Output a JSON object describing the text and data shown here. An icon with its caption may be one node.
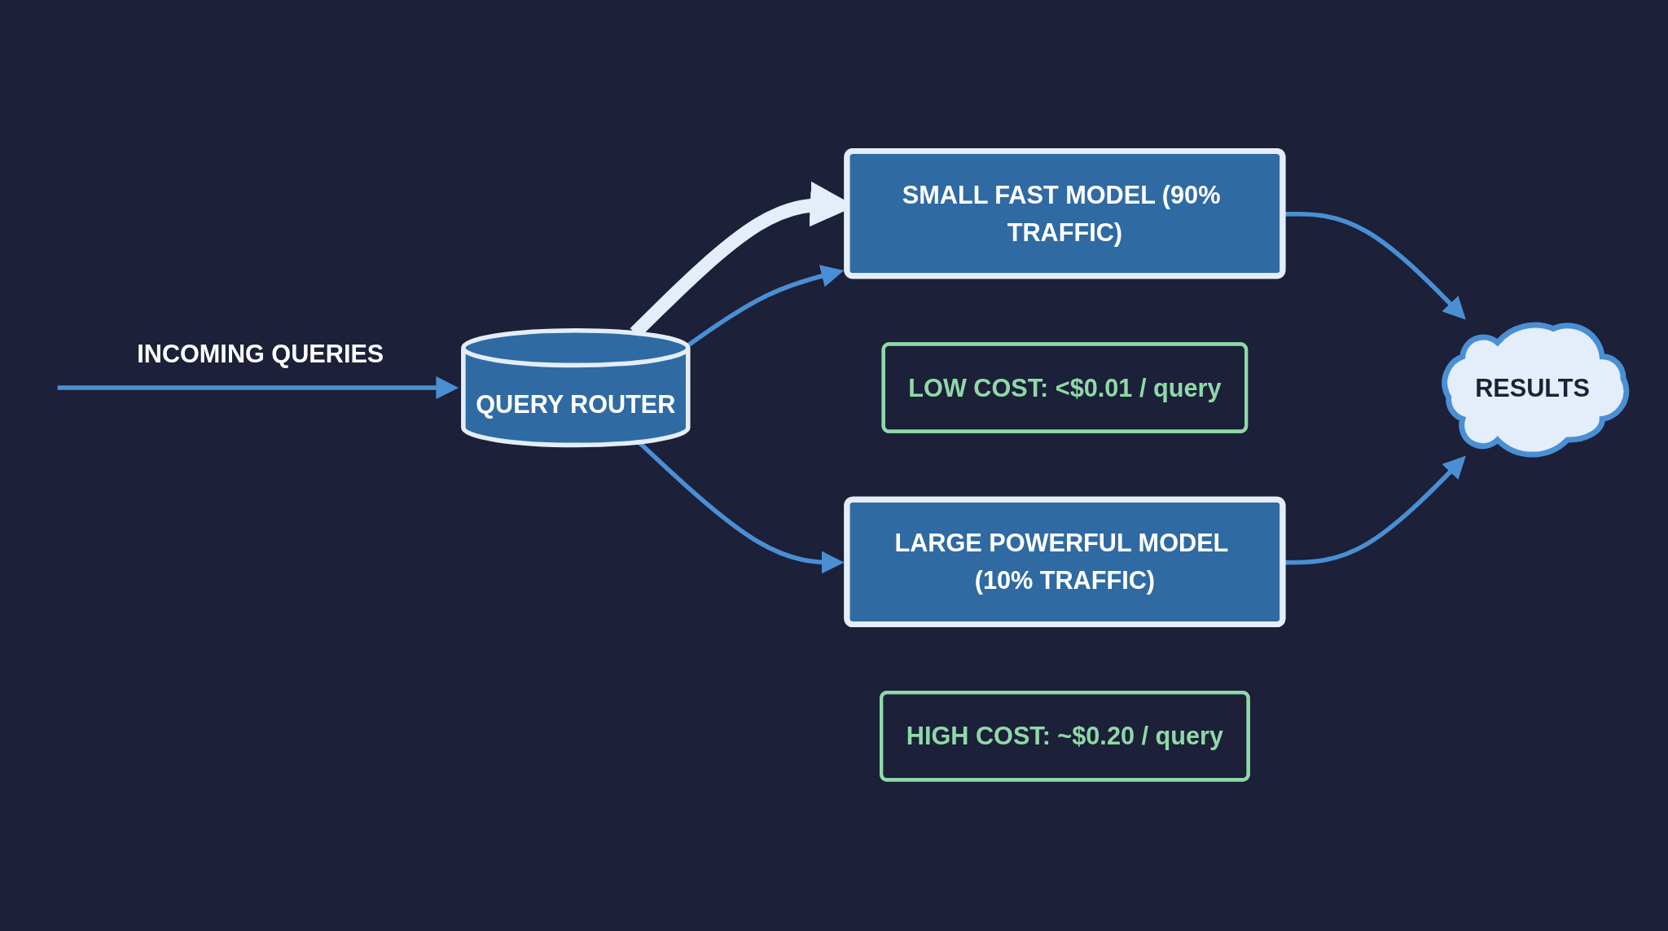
{
  "diagram": {
    "nodes": [
      {
        "text": [
          "QUERY ROUTER"
        ]
      },
      {
        "text": [
          "SMALL FAST MODEL (90% TRAFFIC)"
        ]
      },
      {
        "text": [
          "LOW COST: <$0.01 / query"
        ]
      },
      {
        "text": [
          "LARGE POWERFUL MODEL (10% TRAFFIC)"
        ]
      },
      {
        "text": [
          "HIGH COST: ~$0.20 / query"
        ]
      },
      {
        "text": [
          "RESULTS"
        ]
      }
    ],
    "edges": [
      {
        "from": null,
        "to": 0,
        "arrow": "to",
        "label": "INCOMING QUERIES"
      },
      {
        "from": 0,
        "to": 1,
        "arrow": "to",
        "style": "thick",
        "color": "#e3eefa"
      },
      {
        "from": 0,
        "to": 1,
        "arrow": "to"
      },
      {
        "from": 0,
        "to": 3,
        "arrow": "to"
      },
      {
        "from": 1,
        "to": 5,
        "arrow": "to"
      },
      {
        "from": 3,
        "to": 5,
        "arrow": "to"
      }
    ]
  }
}
